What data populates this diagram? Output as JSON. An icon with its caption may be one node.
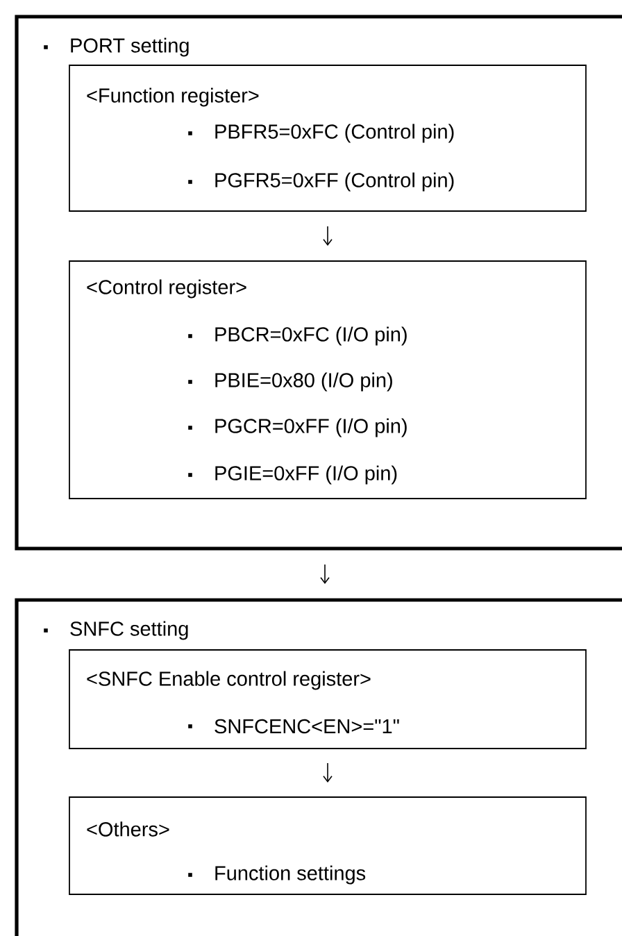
{
  "diagram": {
    "nodes": [
      {
        "text": [
          "PORT setting"
        ]
      },
      {
        "text": [
          "<Function register>",
          "PBFR5=0xFC (Control pin)",
          "PGFR5=0xFF (Control pin)"
        ],
        "in": 0
      },
      {
        "text": [
          "<Control register>",
          "PBCR=0xFC (I/O pin)",
          "PBIE=0x80 (I/O pin)",
          "PGCR=0xFF (I/O pin)",
          "PGIE=0xFF (I/O pin)"
        ],
        "in": 0
      },
      {
        "text": [
          "SNFC setting"
        ]
      },
      {
        "text": [
          "<SNFC Enable control register>",
          "SNFCENC<EN>=\"1\""
        ],
        "in": 3
      },
      {
        "text": [
          "<Others>",
          "Function settings"
        ],
        "in": 3
      }
    ],
    "edges": [
      {
        "from": 1,
        "to": 2,
        "arrow": "to"
      },
      {
        "from": 0,
        "to": 3,
        "arrow": "to"
      },
      {
        "from": 4,
        "to": 5,
        "arrow": "to"
      }
    ]
  }
}
